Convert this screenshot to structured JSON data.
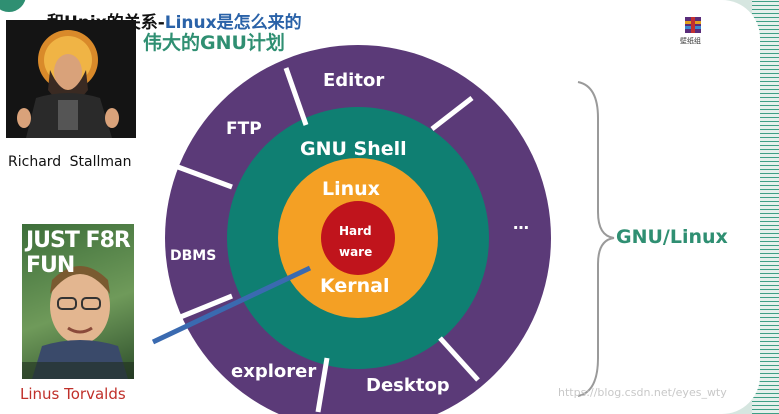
{
  "slide": {
    "title_prefix": "…和Unix的关系-",
    "title_highlight": "Linux是怎么来的",
    "subtitle": "伟大的GNU计划",
    "corner_label": "壁纸组",
    "watermark": "https://blog.csdn.net/eyes_wty"
  },
  "people": {
    "photo1_caption": "Richard Stallman",
    "photo2_caption": "Linus Torvalds",
    "book_title": "JUST F8R FUN"
  },
  "diagram": {
    "outer_ring": [
      "Editor",
      "FTP",
      "DBMS",
      "explorer",
      "Desktop",
      "…"
    ],
    "middle_ring": "GNU Shell",
    "inner_ring_top": "Linux",
    "inner_ring_bottom": "Kernal",
    "core": [
      "Hard",
      "ware"
    ],
    "brace_label": "GNU/Linux"
  },
  "colors": {
    "outer": "#5b3a78",
    "middle": "#0f7f72",
    "inner": "#f4a024",
    "core": "#c0141c",
    "accent": "#2f8f72",
    "title_highlight": "#2a62a8",
    "caption_red": "#c0302a"
  }
}
